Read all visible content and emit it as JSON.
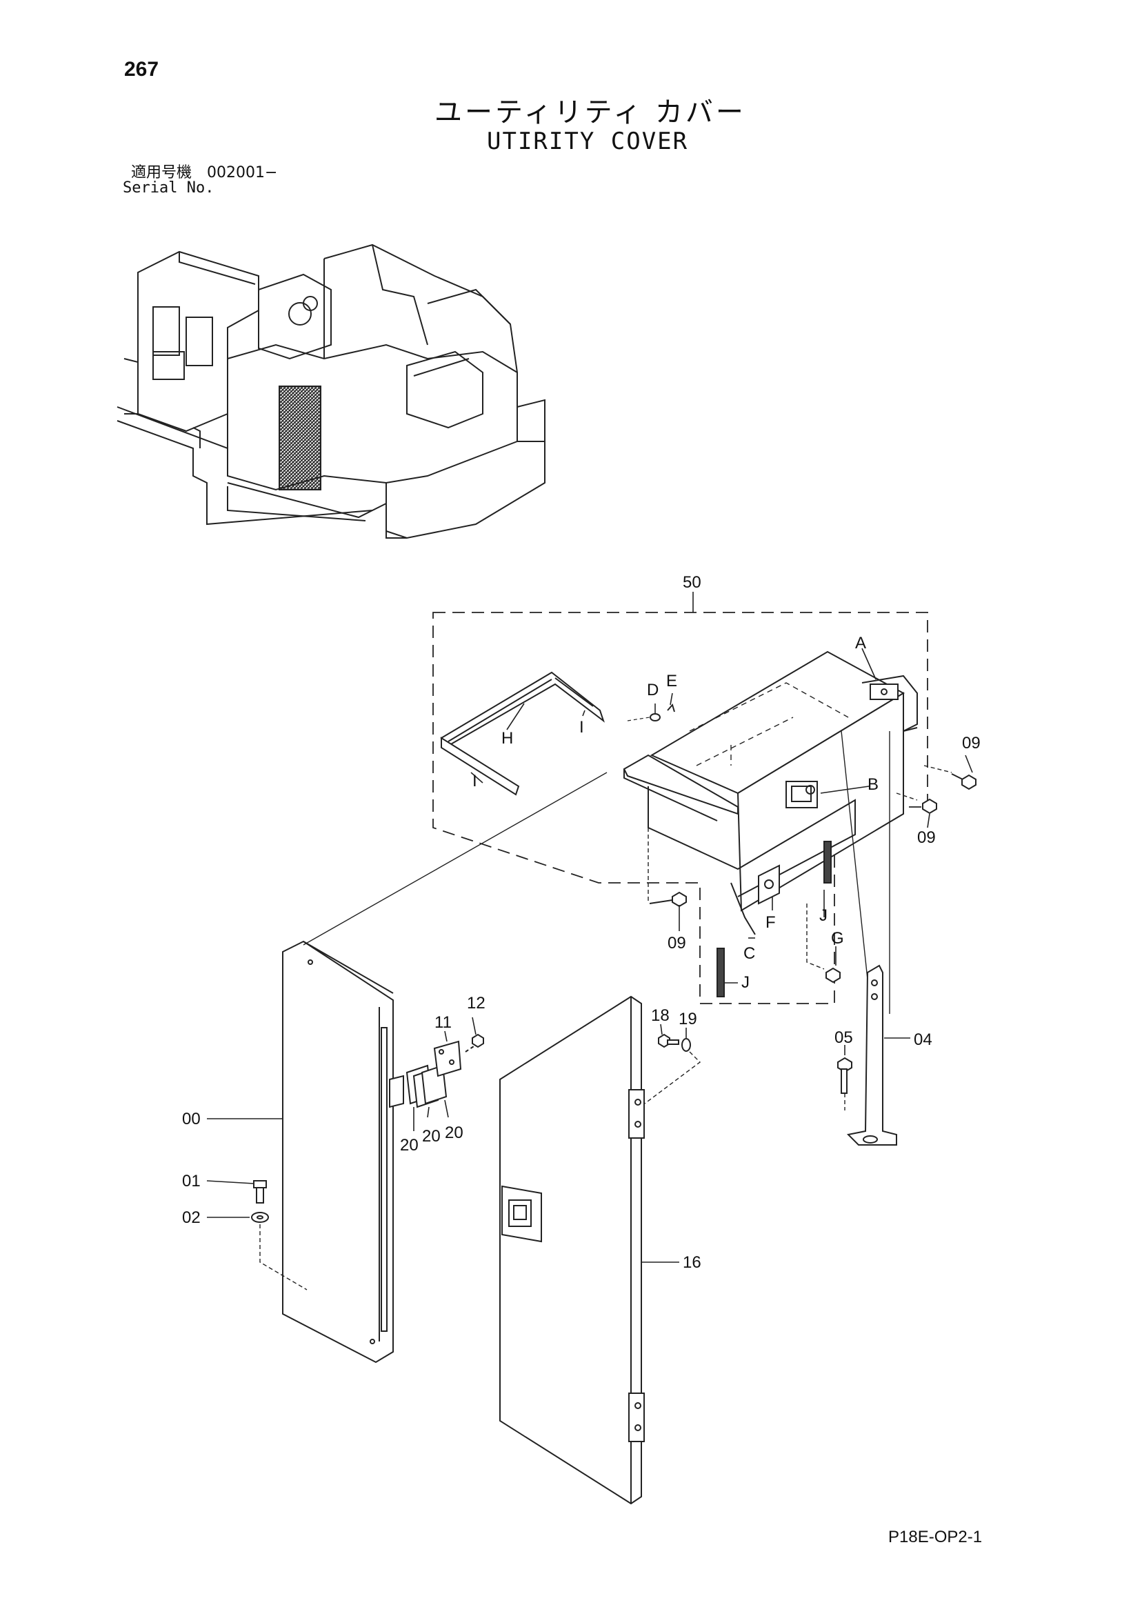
{
  "page": {
    "number": "267",
    "title_jp": "ユーティリティ カバー",
    "title_en": "UTIRITY COVER",
    "serial_jp": "適用号機　002001−",
    "serial_en": "Serial No.",
    "drawing_code": "P18E-OP2-1"
  },
  "callouts": {
    "c50": "50",
    "cA": "A",
    "cB": "B",
    "cC": "C",
    "cD": "D",
    "cE": "E",
    "cF": "F",
    "cG": "G",
    "cH": "H",
    "cI1": "I",
    "cI2": "I",
    "cJ1": "J",
    "cJ2": "J",
    "c09a": "09",
    "c09b": "09",
    "c09c": "09",
    "c04": "04",
    "c05": "05",
    "c00": "00",
    "c01": "01",
    "c02": "02",
    "c11": "11",
    "c12": "12",
    "c16": "16",
    "c18": "18",
    "c19": "19",
    "c20a": "20",
    "c20b": "20",
    "c20c": "20"
  }
}
